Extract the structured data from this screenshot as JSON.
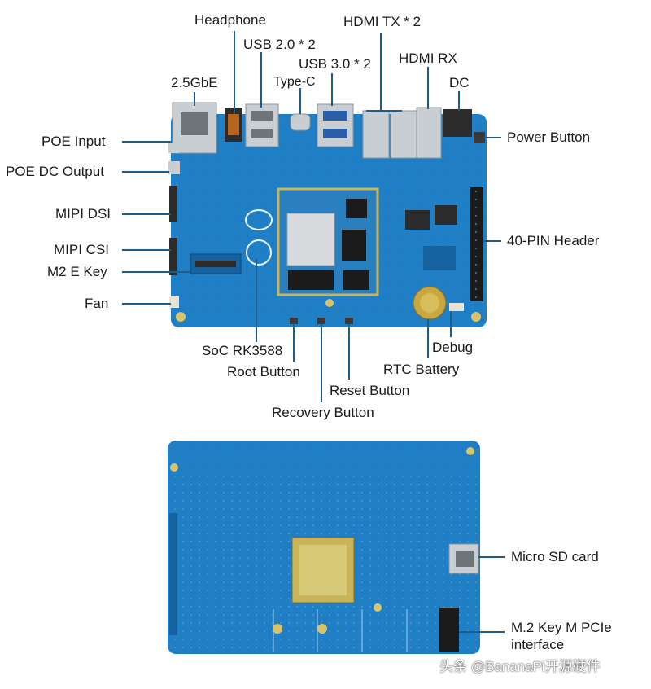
{
  "colors": {
    "pcb": "#1f7ec4",
    "pcb_dark": "#16629f",
    "trace": "#2a8dd6",
    "metal": "#c9ced3",
    "soc_gold": "#c8b45a",
    "leader": "#1d5d8c"
  },
  "top_labels": {
    "headphone": "Headphone",
    "usb20": "USB 2.0 * 2",
    "hdmi_tx": "HDMI TX * 2",
    "usb30": "USB 3.0 * 2",
    "type_c": "Type-C",
    "hdmi_rx": "HDMI RX",
    "gbe": "2.5GbE",
    "dc": "DC",
    "poe_input": "POE Input",
    "power_button": "Power Button",
    "poe_dc_output": "POE DC Output",
    "mipi_dsi": "MIPI DSI",
    "pin_header": "40-PIN Header",
    "mipi_csi": "MIPI CSI",
    "m2_e_key": "M2 E Key",
    "fan": "Fan",
    "debug": "Debug",
    "soc": "SoC RK3588",
    "rtc_battery": "RTC Battery",
    "root_button": "Root Button",
    "reset_button": "Reset Button",
    "recovery_button": "Recovery Button"
  },
  "bottom_labels": {
    "micro_sd": "Micro SD card",
    "m2_key_m_line1": "M.2 Key M PCIe",
    "m2_key_m_line2": "interface"
  },
  "watermark": "头条 @BananaPi开源硬件"
}
